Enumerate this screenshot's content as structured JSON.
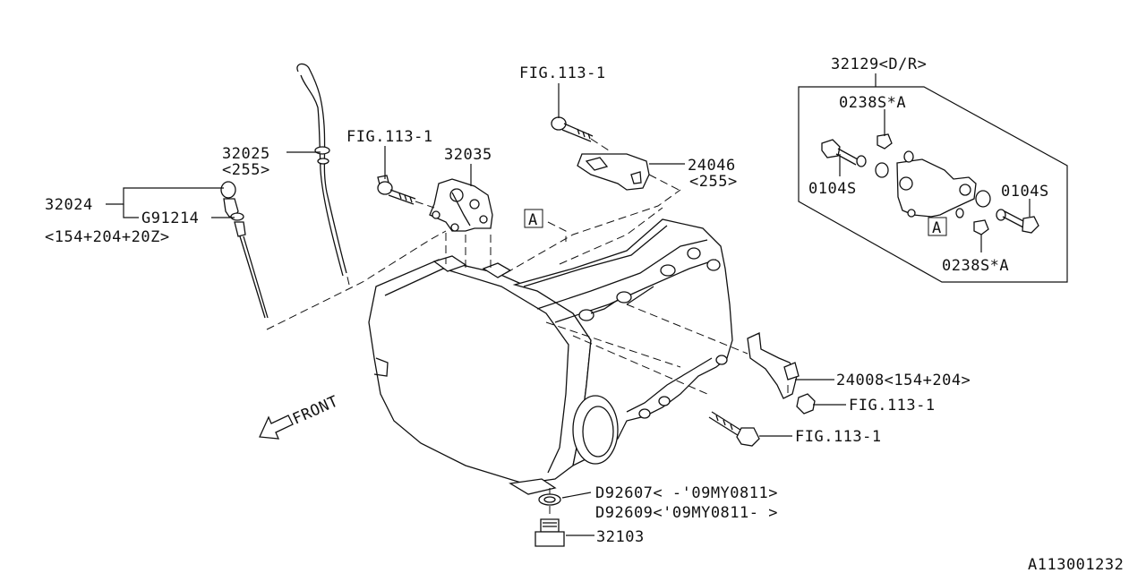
{
  "diagram": {
    "labels": {
      "p32129": "32129<D/R>",
      "p0238_top": "0238S*A",
      "p0104_left": "0104S",
      "p0104_right": "0104S",
      "p0238_bottom": "0238S*A",
      "marker_a_detail": "A",
      "marker_a_main": "A",
      "fig_top": "FIG.113-1",
      "p24046": "24046",
      "p24046_sub": "<255>",
      "fig_mid": "FIG.113-1",
      "p32035": "32035",
      "p32025": "32025",
      "p32025_sub": "<255>",
      "p32024": "32024",
      "pG91214": "G91214",
      "pG91214_sub": "<154+204+20Z>",
      "p24008": "24008<154+204>",
      "fig_right1": "FIG.113-1",
      "fig_right2": "FIG.113-1",
      "front": "FRONT",
      "pD92607": "D92607< -'09MY0811>",
      "pD92609": "D92609<'09MY0811- >",
      "p32103": "32103",
      "ref_code": "A113001232"
    }
  }
}
